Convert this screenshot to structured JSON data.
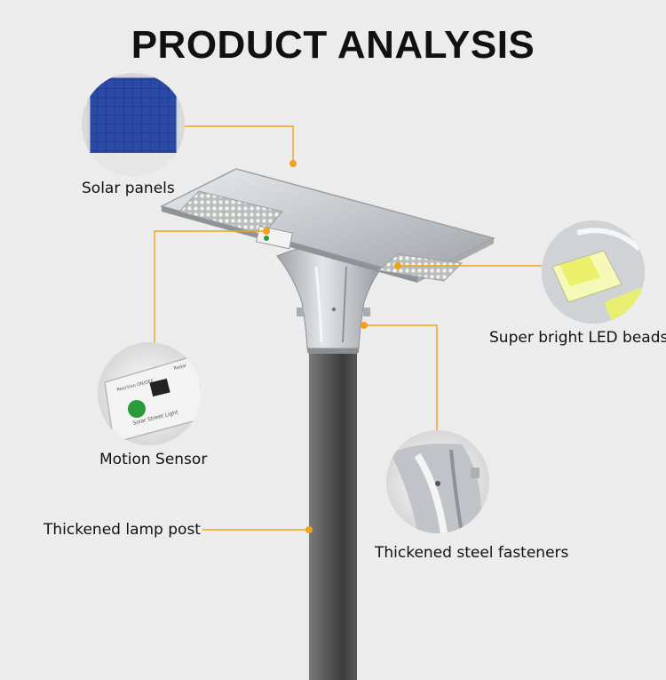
{
  "title": "PRODUCT ANALYSIS",
  "labels": {
    "solar_panels": "Solar panels",
    "led_beads": "Super bright LED beads",
    "motion_sensor": "Motion Sensor",
    "lamp_post": "Thickened lamp post",
    "steel_fasteners": "Thickened steel fasteners"
  },
  "sensor_module": {
    "product_text": "Solar Street Light",
    "switch_text": "Reaction ON/OFF",
    "radar_text": "Radar"
  },
  "colors": {
    "background": "#ececec",
    "callout_line": "#f0a21a",
    "pole": "#5c5c5c",
    "housing": "#c8ccd0",
    "solar_cell": "#1f3a8c",
    "led": "#eef2d0",
    "sensor_button": "#2a9a3a"
  }
}
